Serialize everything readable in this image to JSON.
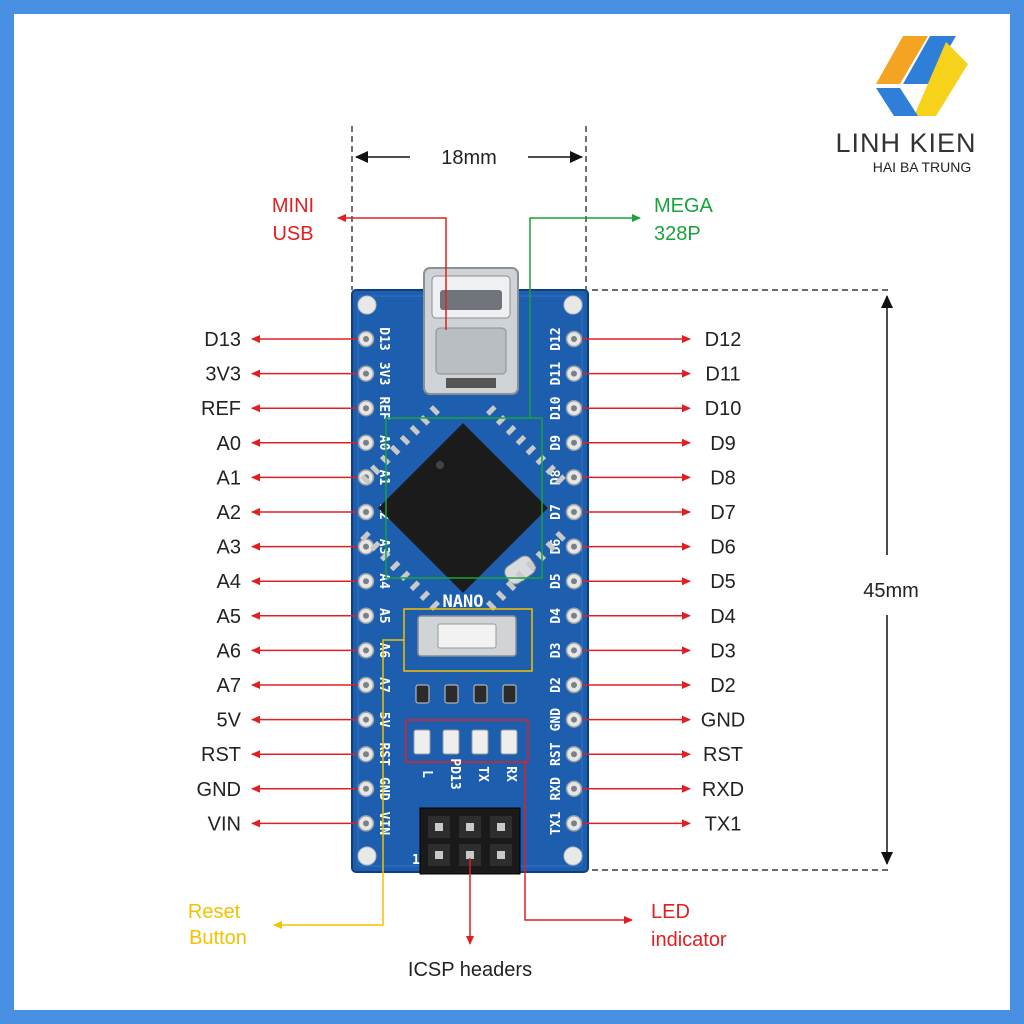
{
  "brand": {
    "name": "LINH KIEN",
    "subtitle": "HAI BA TRUNG"
  },
  "dimensions": {
    "width": "18mm",
    "height": "45mm"
  },
  "callouts": {
    "mini_usb_line1": "MINI",
    "mini_usb_line2": "USB",
    "mega_line1": "MEGA",
    "mega_line2": "328P",
    "reset_line1": "Reset",
    "reset_line2": "Button",
    "led_line1": "LED",
    "led_line2": "indicator",
    "icsp": "ICSP headers"
  },
  "board": {
    "name": "NANO",
    "icsp_pin1": "1",
    "led_labels": [
      "L",
      "PD13",
      "TX",
      "RX"
    ],
    "silk_left": [
      "D13",
      "3V3",
      "REF",
      "A0",
      "A1",
      "A2",
      "A3",
      "A4",
      "A5",
      "A6",
      "A7",
      "5V",
      "RST",
      "GND",
      "VIN"
    ],
    "silk_right": [
      "D12",
      "D11",
      "D10",
      "D9",
      "D8",
      "D7",
      "D6",
      "D5",
      "D4",
      "D3",
      "D2",
      "GND",
      "RST",
      "RXD",
      "TX1"
    ]
  },
  "pins_left": [
    "D13",
    "3V3",
    "REF",
    "A0",
    "A1",
    "A2",
    "A3",
    "A4",
    "A5",
    "A6",
    "A7",
    "5V",
    "RST",
    "GND",
    "VIN"
  ],
  "pins_right": [
    "D12",
    "D11",
    "D10",
    "D9",
    "D8",
    "D7",
    "D6",
    "D5",
    "D4",
    "D3",
    "D2",
    "GND",
    "RST",
    "RXD",
    "TX1"
  ],
  "colors": {
    "frame": "#4a90e2",
    "pcb": "#1d5fae",
    "arrow_red": "#e02020",
    "arrow_green": "#1aa33a",
    "arrow_yellow": "#f2c200",
    "black": "#111111"
  }
}
